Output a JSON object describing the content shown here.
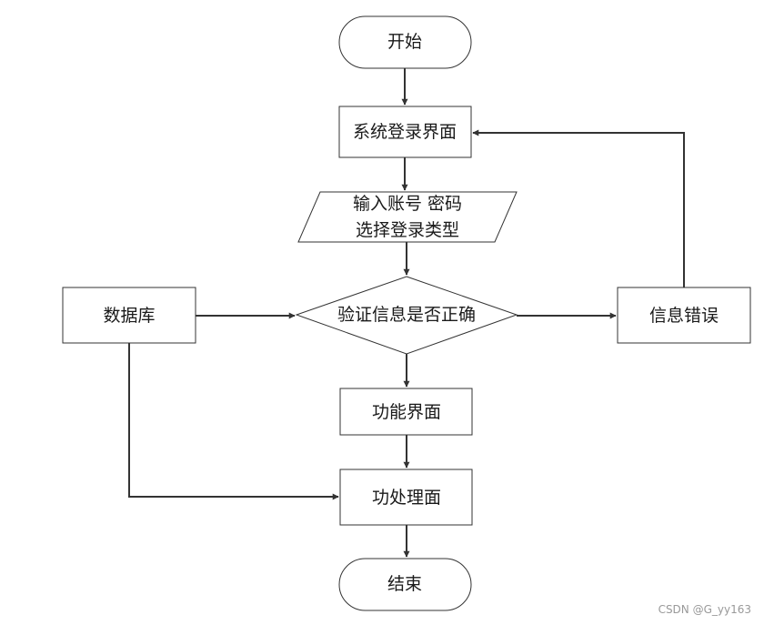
{
  "nodes": {
    "start": "开始",
    "login_ui": "系统登录界面",
    "input_line1": "输入账号 密码",
    "input_line2": "选择登录类型",
    "database": "数据库",
    "verify": "验证信息是否正确",
    "info_error": "信息错误",
    "function_ui": "功能界面",
    "function_process": "功处理面",
    "end": "结束"
  },
  "watermark": "CSDN @G_yy163",
  "colors": {
    "stroke": "#333333",
    "fill": "#ffffff",
    "text": "#1a1a1a",
    "watermark": "#999999"
  }
}
